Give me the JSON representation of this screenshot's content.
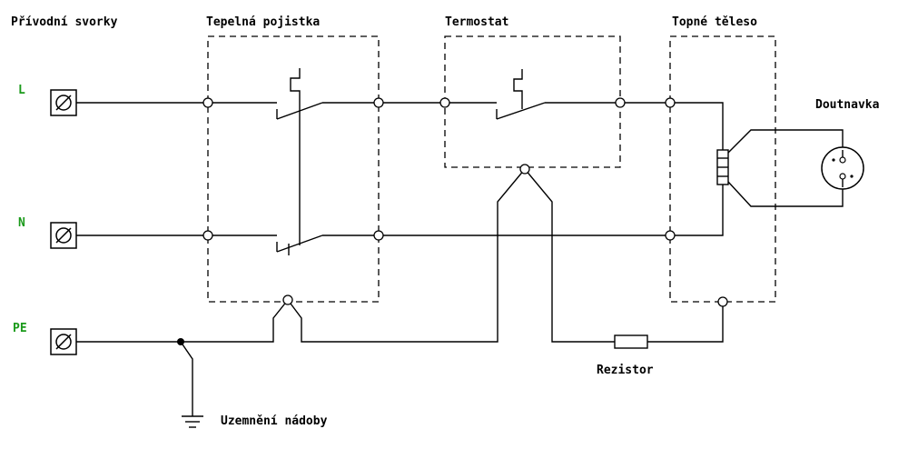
{
  "labels": {
    "supply_terminals": "Přívodní svorky",
    "thermal_fuse": "Tepelná pojistka",
    "thermostat": "Termostat",
    "heating_element": "Topné těleso",
    "indicator_lamp": "Doutnavka",
    "resistor": "Rezistor",
    "vessel_ground": "Uzemnění nádoby"
  },
  "terminals": {
    "l": "L",
    "n": "N",
    "pe": "PE"
  },
  "colors": {
    "terminal_label": "#1a9a1a",
    "line": "#000000",
    "background": "#ffffff"
  }
}
